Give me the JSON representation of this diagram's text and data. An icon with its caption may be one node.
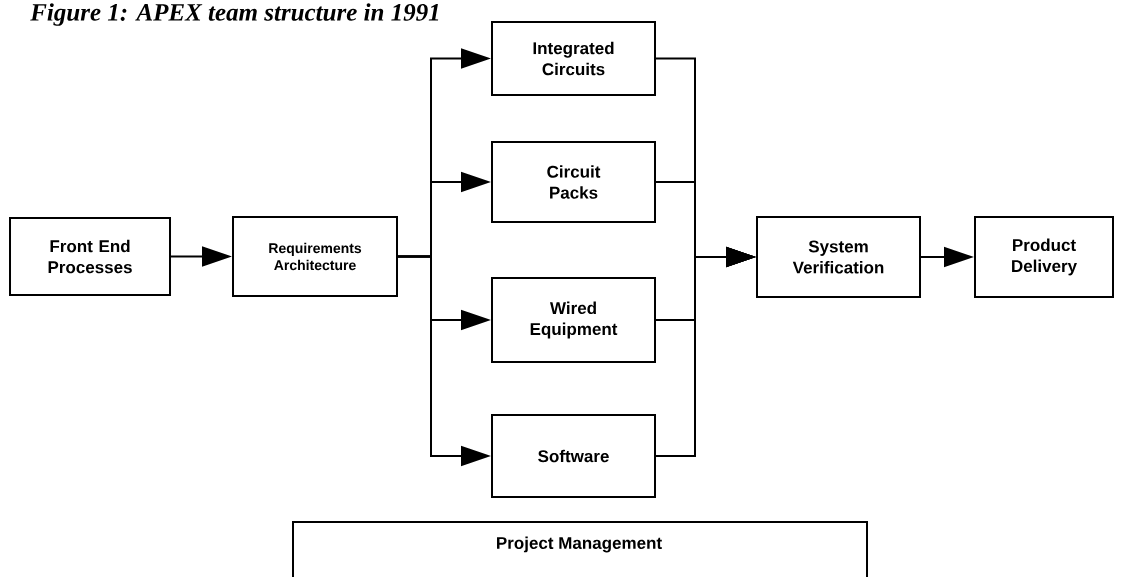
{
  "diagram": {
    "title": "Figure 1: APEX team structure in 1991",
    "nodes": [
      {
        "text": [
          "Front End Processes"
        ]
      },
      {
        "text": [
          "Requirements Architecture"
        ]
      },
      {
        "text": [
          "Integrated Circuits"
        ]
      },
      {
        "text": [
          "Circuit Packs"
        ]
      },
      {
        "text": [
          "Wired Equipment"
        ]
      },
      {
        "text": [
          "Software"
        ]
      },
      {
        "text": [
          "System Verification"
        ]
      },
      {
        "text": [
          "Product Delivery"
        ]
      },
      {
        "text": [
          "Project Management"
        ]
      }
    ],
    "edges": [
      {
        "from": 0,
        "to": 1,
        "arrow": "to"
      },
      {
        "from": 1,
        "to": 2,
        "arrow": "to"
      },
      {
        "from": 1,
        "to": 3,
        "arrow": "to"
      },
      {
        "from": 1,
        "to": 4,
        "arrow": "to"
      },
      {
        "from": 1,
        "to": 5,
        "arrow": "to"
      },
      {
        "from": 2,
        "to": 6,
        "arrow": "to"
      },
      {
        "from": 3,
        "to": 6,
        "arrow": "to"
      },
      {
        "from": 4,
        "to": 6,
        "arrow": "to"
      },
      {
        "from": 5,
        "to": 6,
        "arrow": "to"
      },
      {
        "from": 6,
        "to": 7,
        "arrow": "to"
      }
    ]
  }
}
